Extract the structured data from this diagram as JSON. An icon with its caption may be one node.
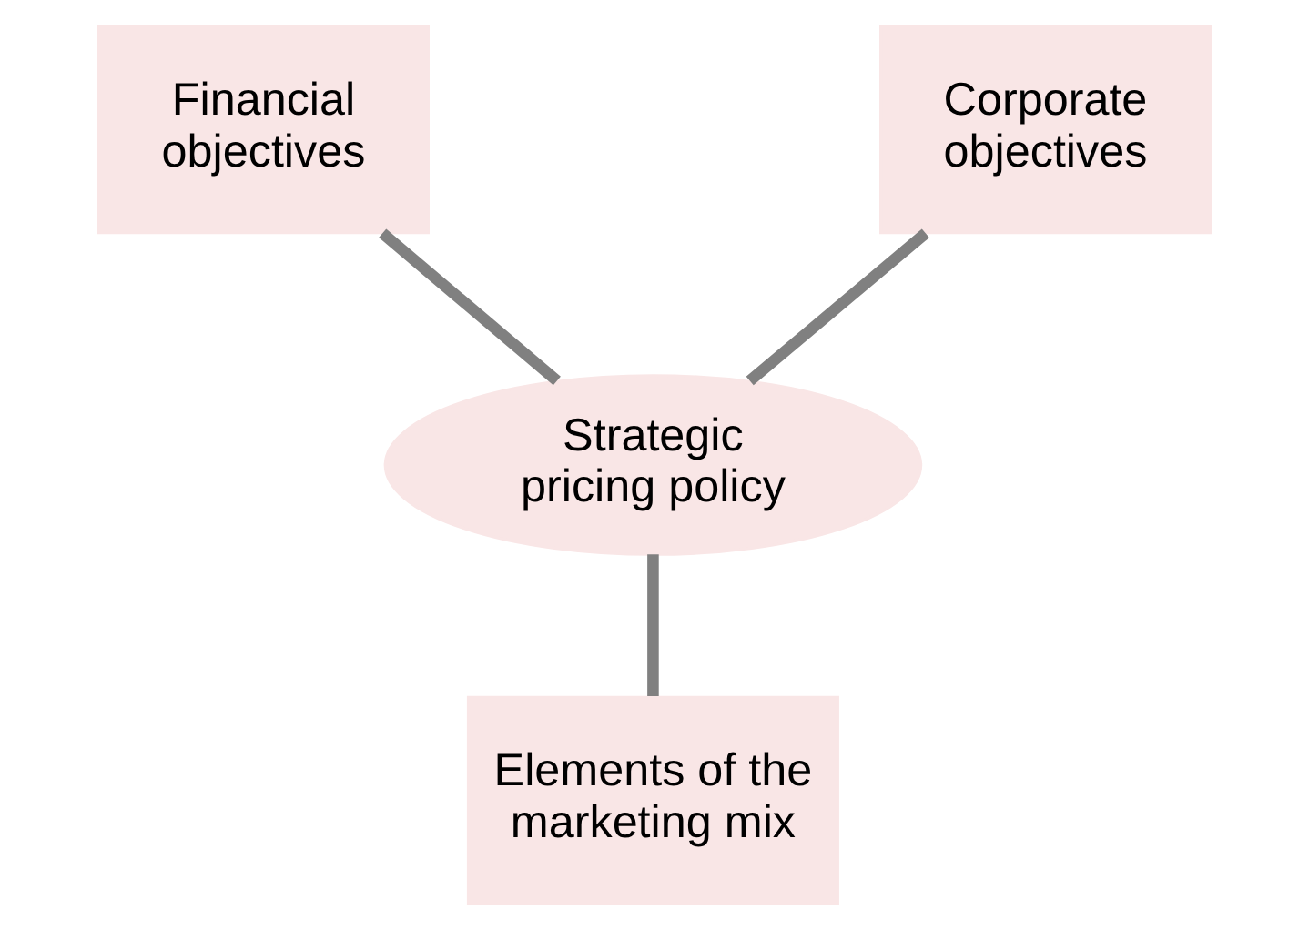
{
  "diagram": {
    "nodes": [
      {
        "text": [
          "Financial objectives"
        ]
      },
      {
        "text": [
          "Corporate objectives"
        ]
      },
      {
        "text": [
          "Strategic pricing policy"
        ]
      },
      {
        "text": [
          "Elements of the marketing mix"
        ]
      }
    ],
    "edges": [
      {
        "from": 0,
        "to": 2,
        "arrow": "none"
      },
      {
        "from": 1,
        "to": 2,
        "arrow": "none"
      },
      {
        "from": 2,
        "to": 3,
        "arrow": "none"
      }
    ]
  }
}
